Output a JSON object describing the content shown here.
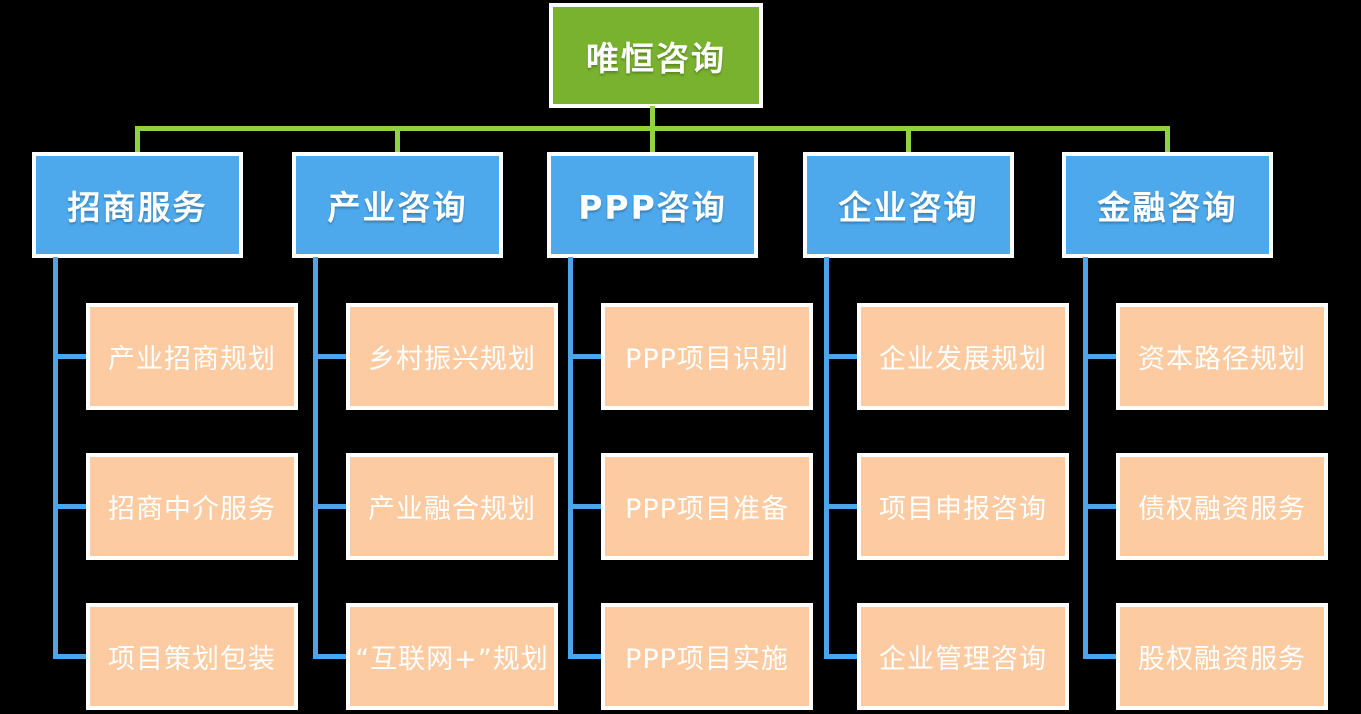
{
  "org": {
    "root": {
      "label": "唯恒咨询"
    },
    "branches": [
      {
        "label": "招商服务",
        "children": [
          "产业招商规划",
          "招商中介服务",
          "项目策划包装"
        ]
      },
      {
        "label": "产业咨询",
        "children": [
          "乡村振兴规划",
          "产业融合规划",
          "“互联网+”规划"
        ]
      },
      {
        "label": "PPP咨询",
        "children": [
          "PPP项目识别",
          "PPP项目准备",
          "PPP项目实施"
        ]
      },
      {
        "label": "企业咨询",
        "children": [
          "企业发展规划",
          "项目申报咨询",
          "企业管理咨询"
        ]
      },
      {
        "label": "金融咨询",
        "children": [
          "资本路径规划",
          "债权融资服务",
          "股权融资服务"
        ]
      }
    ]
  },
  "colors": {
    "background": "#000000",
    "root_fill": "#79B22E",
    "branch_fill": "#4EA9EC",
    "leaf_fill": "#FDCBA2",
    "green_connector": "#8FD33F",
    "blue_connector": "#4CA5E8",
    "border": "#FFFFFF",
    "text": "#FFFFFF"
  }
}
